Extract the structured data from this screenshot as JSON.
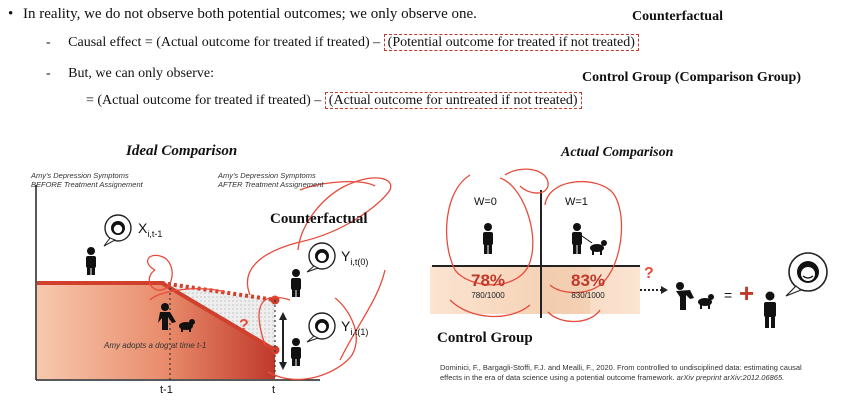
{
  "bullet": {
    "symbol": "•",
    "text": "In reality, we do not observe both potential outcomes; we only observe one."
  },
  "sub1": {
    "dash": "-",
    "prefix": "Causal effect = (Actual outcome for treated if treated) –",
    "boxed": "(Potential outcome for treated if not treated)"
  },
  "sub2": {
    "dash": "-",
    "text": "But, we can only observe:"
  },
  "sub3": {
    "prefix": "= (Actual outcome for treated if treated) –",
    "boxed": "(Actual outcome for untreated if not treated)"
  },
  "labels": {
    "counterfactual_top": "Counterfactual",
    "control_group_top": "Control Group (Comparison Group)",
    "counterfactual_mid": "Counterfactual",
    "control_group_bottom": "Control Group"
  },
  "ideal": {
    "title": "Ideal Comparison",
    "before_note": [
      "Amy's Depression Symptoms",
      "BEFORE Treatment Assignement"
    ],
    "after_note": [
      "Amy's Depression Symptoms",
      "AFTER Treatment Assignement"
    ],
    "x_label": "X",
    "x_sub": "i,t-1",
    "y0_label": "Y",
    "y0_sub": "i,t(0)",
    "y1_label": "Y",
    "y1_sub": "i,t(1)",
    "question": "?",
    "adopt_note": "Amy adopts a dog at time t-1",
    "tick_t1": "t-1",
    "tick_t": "t"
  },
  "actual": {
    "title": "Actual Comparison",
    "w0": "W=0",
    "w1": "W=1",
    "left_pct": "78%",
    "left_frac": "780/1000",
    "right_pct": "83%",
    "right_frac": "830/1000",
    "question": "?",
    "equals": "=",
    "plus": "+"
  },
  "citation": {
    "line1": "Dominici, F., Bargagli-Stoffi, F.J. and Mealli, F., 2020. From controlled to undisciplined data: estimating causal",
    "line2_plain": "effects in the era of data science using a potential outcome framework.",
    "line2_italic": "arXiv preprint arXiv:2012.06865."
  },
  "colors": {
    "accent_red": "#c0392b",
    "annotation_red": "#e74c3c",
    "gradient_start": "#f6c7a8",
    "gradient_end": "#c0392b"
  }
}
